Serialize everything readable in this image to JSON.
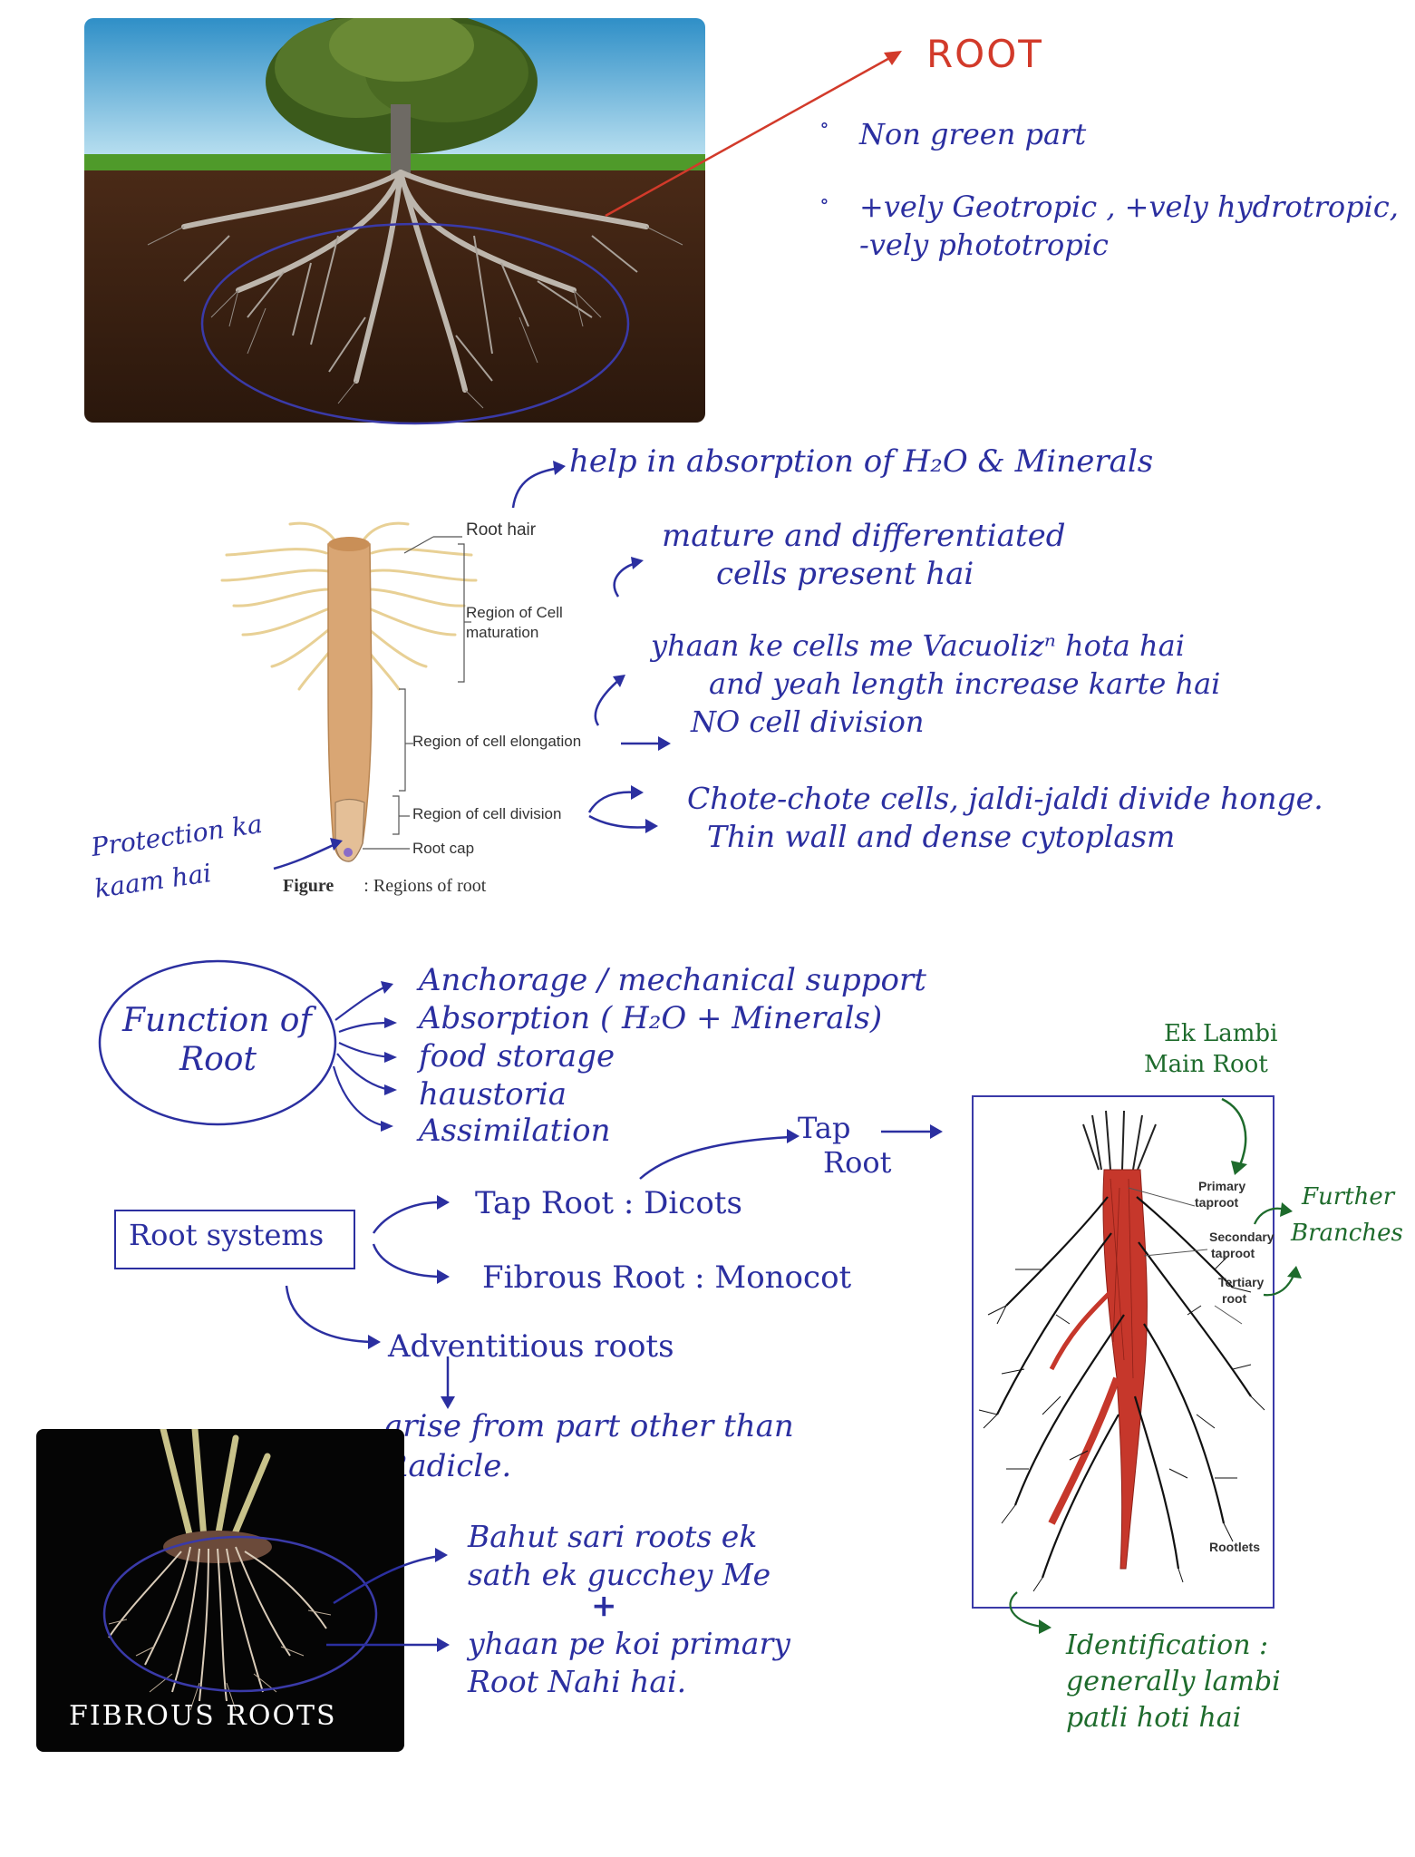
{
  "root_section": {
    "title": "ROOT",
    "bullets": [
      "Non green part",
      "+vely Geotropic , +vely hydrotropic,",
      "-vely phototropic"
    ]
  },
  "regions": {
    "top_note": "help in absorption of H₂O & Minerals",
    "labels": {
      "root_hair": "Root hair",
      "maturation_1": "Region of Cell",
      "maturation_2": "maturation",
      "elongation": "Region of cell elongation",
      "division": "Region of cell division",
      "root_cap": "Root cap"
    },
    "caption_bold": "Figure",
    "caption_rest": ": Regions of root",
    "maturation_note_1": "mature and differentiated",
    "maturation_note_2": "cells present hai",
    "elongation_note_1": "yhaan ke cells me Vacuolizⁿ hota hai",
    "elongation_note_2": "and yeah length increase karte hai",
    "elongation_note_3": "NO cell division",
    "division_note_1": "Chote-chote cells, jaldi-jaldi divide honge.",
    "division_note_2": "Thin wall and dense cytoplasm",
    "protection_1": "Protection ka",
    "protection_2": "kaam hai"
  },
  "functions": {
    "heading_1": "Function of",
    "heading_2": "Root",
    "items": [
      "Anchorage / mechanical support",
      "Absorption ( H₂O + Minerals)",
      "food storage",
      "haustoria",
      "Assimilation"
    ]
  },
  "root_systems": {
    "box_label": "Root systems",
    "tap": "Tap Root : Dicots",
    "fibrous": "Fibrous Root : Monocot",
    "adventitious": "Adventitious roots",
    "adv_note_1": "arise from part other than",
    "adv_note_2": "Radicle.",
    "tap_root_label_1": "Tap",
    "tap_root_label_2": "Root"
  },
  "fibrous_photo": {
    "label": "FIBROUS ROOTS",
    "note_1": "Bahut sari roots ek",
    "note_2": "sath ek gucchey Me",
    "plus": "+",
    "note_3": "yhaan pe koi primary",
    "note_4": "Root Nahi hai."
  },
  "taproot_figure": {
    "primary_1": "Primary",
    "primary_2": "taproot",
    "secondary_1": "Secondary",
    "secondary_2": "taproot",
    "tertiary_1": "Tertiary",
    "tertiary_2": "root",
    "rootlets": "Rootlets",
    "ek_lambi_1": "Ek Lambi",
    "ek_lambi_2": "Main Root",
    "further_1": "Further",
    "further_2": "Branches",
    "ident_1": "Identification :",
    "ident_2": "generally lambi",
    "ident_3": "patli hoti hai"
  },
  "colors": {
    "ink_blue": "#2b2fa0",
    "ink_green": "#1e6b2c",
    "ink_red": "#d23a2a",
    "root_tan": "#d9a674",
    "taproot_red": "#c6372b"
  }
}
